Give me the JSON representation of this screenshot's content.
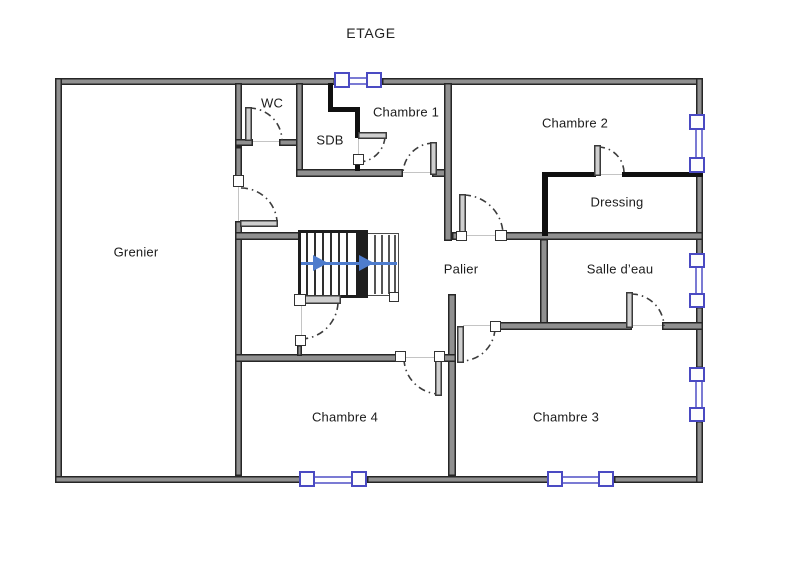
{
  "title": "ETAGE",
  "floor_plan": {
    "rooms": [
      {
        "id": "grenier",
        "label": "Grenier"
      },
      {
        "id": "wc",
        "label": "WC"
      },
      {
        "id": "sdb",
        "label": "SDB"
      },
      {
        "id": "chambre1",
        "label": "Chambre 1"
      },
      {
        "id": "chambre2",
        "label": "Chambre 2"
      },
      {
        "id": "dressing",
        "label": "Dressing"
      },
      {
        "id": "palier",
        "label": "Palier"
      },
      {
        "id": "salle_eau",
        "label": "Salle d’eau"
      },
      {
        "id": "chambre3",
        "label": "Chambre 3"
      },
      {
        "id": "chambre4",
        "label": "Chambre 4"
      }
    ],
    "stairs": {
      "symbol": "staircase",
      "direction_arrows": 2
    },
    "windows": [
      {
        "location": "top-wall"
      },
      {
        "location": "right-wall-upper"
      },
      {
        "location": "right-wall-middle"
      },
      {
        "location": "right-wall-lower"
      },
      {
        "location": "bottom-wall-left"
      },
      {
        "location": "bottom-wall-right"
      }
    ],
    "doors": [
      "grenier",
      "wc",
      "sdb",
      "chambre1",
      "chambre2",
      "dressing",
      "salle_eau",
      "chambre3",
      "chambre4",
      "escalier"
    ],
    "colors": {
      "wall_fill": "#909090",
      "wall_edge": "#262626",
      "wall_black": "#101010",
      "window_frame_blue": "#4a4ac2",
      "window_glazing_blue": "#7b7bd4",
      "stair_arrow_blue": "#4e7ccd",
      "text": "#1b1b1b",
      "background": "#ffffff"
    }
  }
}
